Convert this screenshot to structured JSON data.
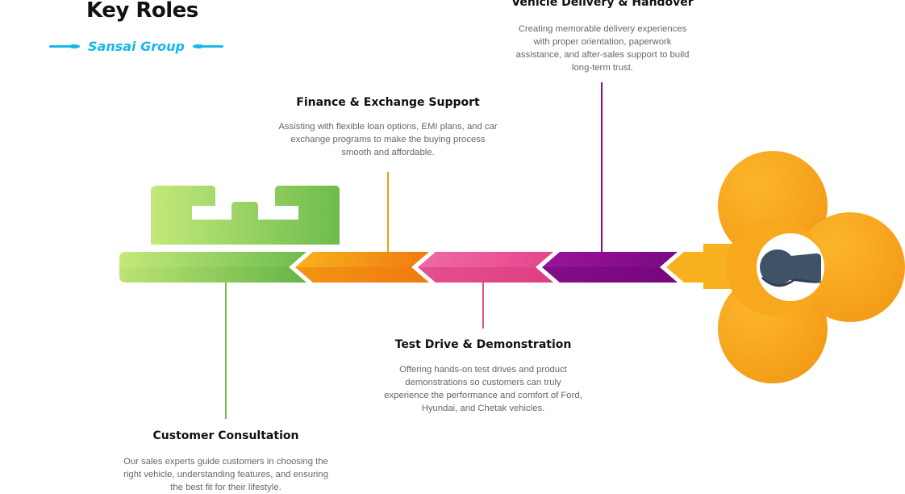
{
  "header": {
    "title": "Key Roles",
    "subtitle": "Sansai Group"
  },
  "steps": [
    {
      "title": "Customer Consultation",
      "description": "Our sales experts guide customers in choosing the right vehicle, understanding features, and ensuring the best fit for their lifestyle.",
      "color": "#7ac143"
    },
    {
      "title": "Finance & Exchange Support",
      "description": "Assisting with flexible loan options, EMI plans, and car exchange programs to make the buying process smooth and affordable.",
      "color": "#f29c11"
    },
    {
      "title": "Test Drive & Demonstration",
      "description": "Offering hands-on test drives and product demonstrations so customers can truly experience the performance and comfort of Ford, Hyundai, and Chetak vehicles.",
      "color": "#e84c8b"
    },
    {
      "title": "Vehicle Delivery & Handover",
      "description": "Creating memorable delivery experiences with proper orientation, paperwork assistance, and after-sales support to build long-term trust.",
      "color": "#8e0a8e"
    }
  ],
  "key_head": {
    "color": "#f7a21b",
    "keyhole_color": "#3f5368"
  }
}
